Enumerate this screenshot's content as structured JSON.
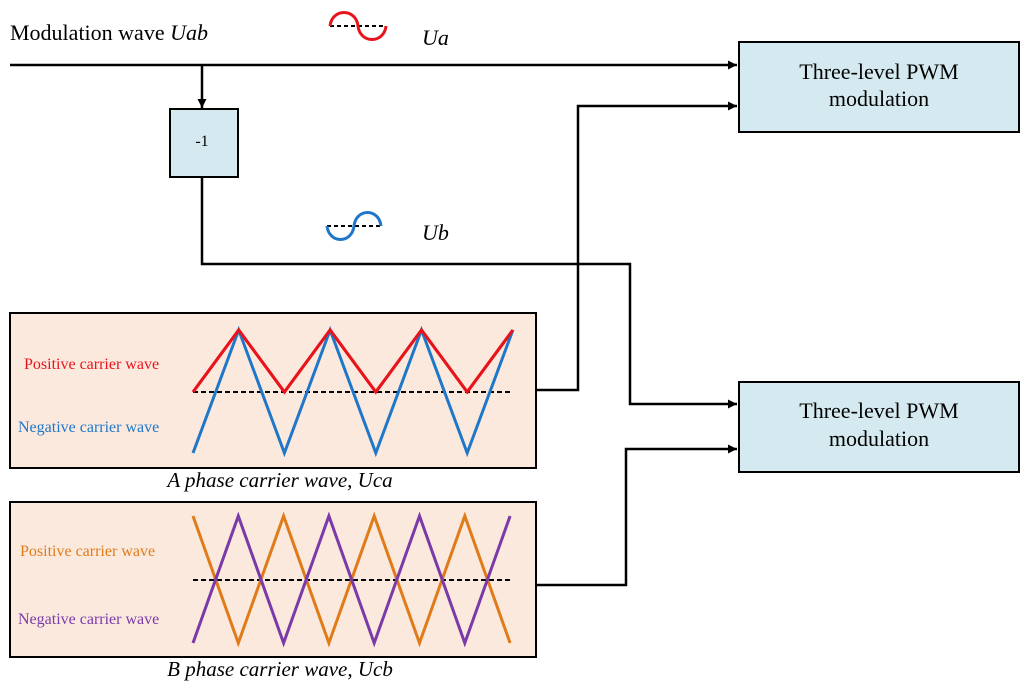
{
  "modulation_wave": {
    "label_prefix": "Modulation wave ",
    "label_var": "Uab"
  },
  "signals": {
    "ua": "Ua",
    "ub": "Ub"
  },
  "inverter_block": {
    "label": "-1"
  },
  "pwm_blocks": [
    {
      "line1": "Three-level PWM",
      "line2": "modulation"
    },
    {
      "line1": "Three-level PWM",
      "line2": "modulation"
    }
  ],
  "carrier_a": {
    "positive_label": "Positive carrier wave",
    "negative_label": "Negative carrier wave",
    "caption": "A phase carrier wave, Uca"
  },
  "carrier_b": {
    "positive_label": "Positive carrier wave",
    "negative_label": "Negative carrier wave",
    "caption": "B phase carrier wave, Ucb"
  },
  "colors": {
    "red": "#e8141c",
    "blue": "#1f77c9",
    "orange": "#e07b1a",
    "purple": "#7a3aa8",
    "block_fill": "#d5eaf0",
    "carrier_fill": "#fbe9de"
  }
}
